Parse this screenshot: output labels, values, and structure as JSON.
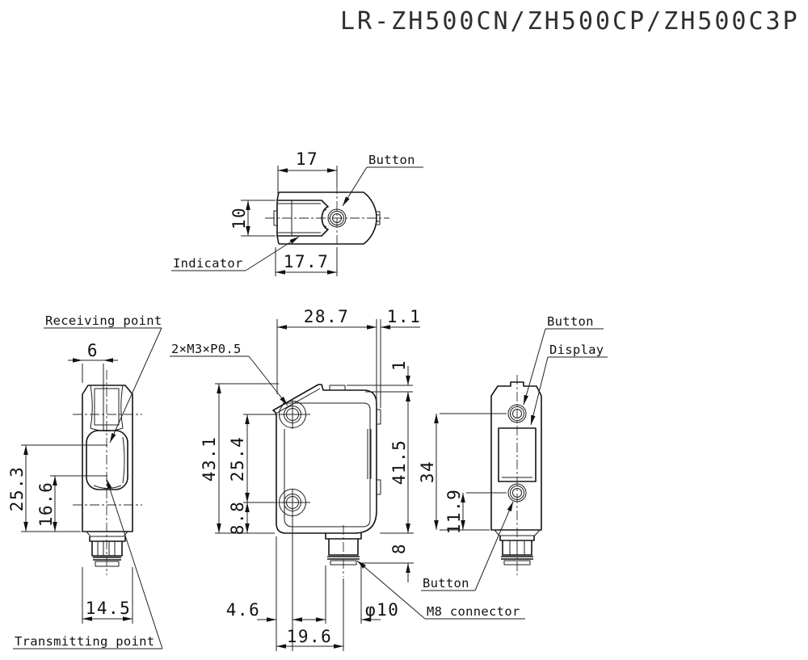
{
  "title": "LR-ZH500CN/ZH500CP/ZH500C3P",
  "line_color": "#1c1c1c",
  "views": {
    "top": {
      "dim_width": "17",
      "dim_height": "10",
      "dim_width_overall": "17.7",
      "label_button": "Button",
      "label_indicator": "Indicator"
    },
    "front": {
      "label_receiving_point": "Receiving point",
      "dim_axis_offset": "6",
      "dim_receiving_height": "25.3",
      "dim_transmitting_height": "16.6",
      "dim_width": "14.5",
      "label_transmitting_point": "Transmitting point"
    },
    "side": {
      "label_mounting_holes": "2×M3×P0.5",
      "dim_depth": "28.7",
      "dim_tab_protrusion": "1.1",
      "dim_tab_height": "1",
      "dim_overall_height": "43.1",
      "dim_hole_pitch": "25.4",
      "dim_hole_bottom_offset": "8.8",
      "dim_body_height": "41.5",
      "dim_connector_height": "8",
      "dim_hole_front_offset": "4.6",
      "dim_connector_center_offset": "19.6",
      "dim_connector_diameter": "φ10",
      "label_m8_connector": "M8 connector"
    },
    "rear": {
      "label_button_top": "Button",
      "label_display": "Display",
      "dim_button_span": "34",
      "dim_button_bottom_offset": "11.9",
      "label_button_bottom": "Button"
    }
  }
}
